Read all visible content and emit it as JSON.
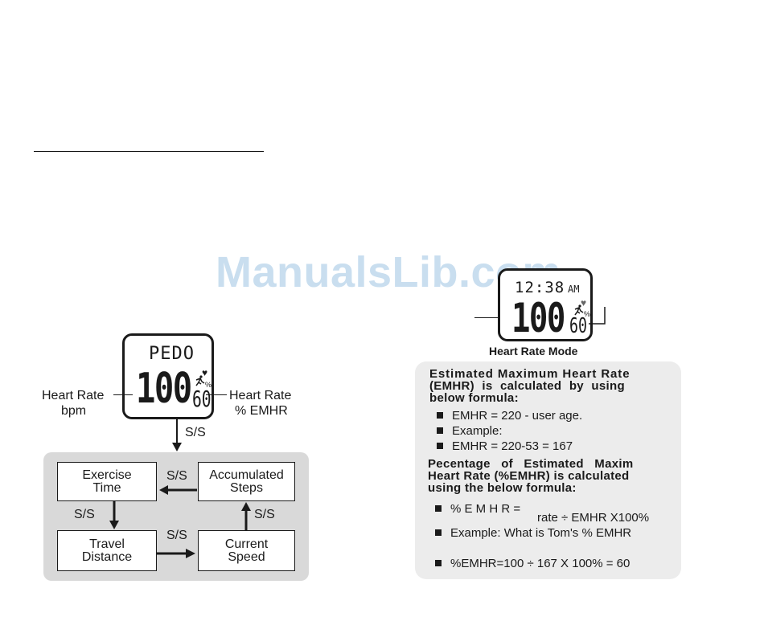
{
  "watermark": "ManualsLib.com",
  "watch_left": {
    "mode_text": "PEDO",
    "big_value": "100",
    "small_value": "60",
    "heart_icon": "heart-icon",
    "percent_symbol": "%",
    "left_label_line1": "Heart Rate",
    "left_label_line2": "bpm",
    "right_label_line1": "Heart Rate",
    "right_label_line2": "% EMHR"
  },
  "watch_right": {
    "time_text": "12:38",
    "ampm": "AM",
    "big_value": "100",
    "small_value": "60",
    "percent_symbol": "%",
    "caption": "Heart Rate Mode"
  },
  "flow": {
    "top_ss": "S/S",
    "boxes": {
      "exercise_time": "Exercise\nTime",
      "accumulated_steps": "Accumulated\nSteps",
      "travel_distance": "Travel\nDistance",
      "current_speed": "Current\nSpeed"
    },
    "ss_top_middle": "S/S",
    "ss_left": "S/S",
    "ss_right": "S/S",
    "ss_bottom_middle": "S/S"
  },
  "info": {
    "heading1_line1": "Estimated Maximum Heart Rate",
    "heading1_line2": "(EMHR) is calculated by using",
    "heading1_line3": "below formula:",
    "bullet1": "EMHR = 220 -  user age.",
    "bullet2": "Example:",
    "bullet3": "EMHR = 220-53 = 167",
    "heading2_line1": "Pecentage of Estimated Maxim",
    "heading2_line2": "Heart Rate (%EMHR) is calculated",
    "heading2_line3": "using the below formula:",
    "bullet4": "% E M H R =",
    "bullet4_sub": "rate ÷ EMHR X100%",
    "bullet5": "Example: What is Tom's % EMHR",
    "bullet6": "%EMHR=100 ÷ 167 X 100% = 60"
  }
}
